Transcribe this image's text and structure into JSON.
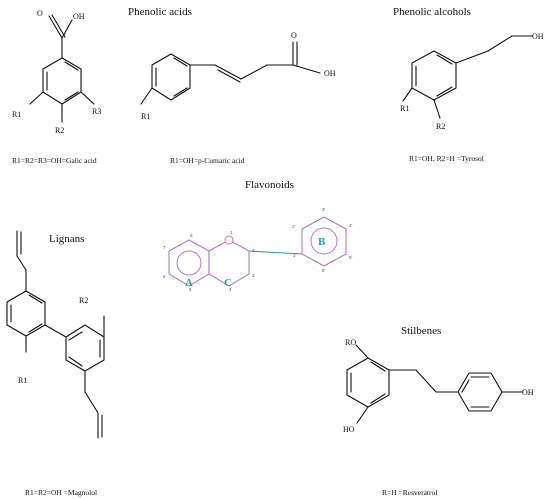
{
  "colors": {
    "bond": "#111111",
    "ring": "#b07cc6",
    "accent": "#2aa39b",
    "oxygen": "#e0707a"
  },
  "titles": {
    "phenolic_acids": "Phenolic acids",
    "phenolic_alcohols": "Phenolic alcohols",
    "flavonoids": "Flavonoids",
    "lignans": "Lignans",
    "stilbenes": "Stilbenes"
  },
  "captions": {
    "gallic": "R1=R2=R3=OH=Galic acid",
    "cumaric": "R1=OH=p-Cumaric acid",
    "tyrosol": "R1=OH, R2=H =Tyrosol",
    "magnolol": "R1=R2=OH =Magnolol",
    "resveratrol": "R=H =Resveratrol"
  },
  "labels": {
    "oh": "OH",
    "o": "O",
    "r1": "R1",
    "r2": "R2",
    "r3": "R3",
    "ro": "RO",
    "ho": "HO"
  },
  "flavonoid": {
    "rings": [
      "A",
      "B",
      "C"
    ],
    "positions": [
      "1",
      "2",
      "3",
      "4",
      "5",
      "6",
      "7",
      "8",
      "1'",
      "2'",
      "3'",
      "4'",
      "5'",
      "6'"
    ]
  }
}
